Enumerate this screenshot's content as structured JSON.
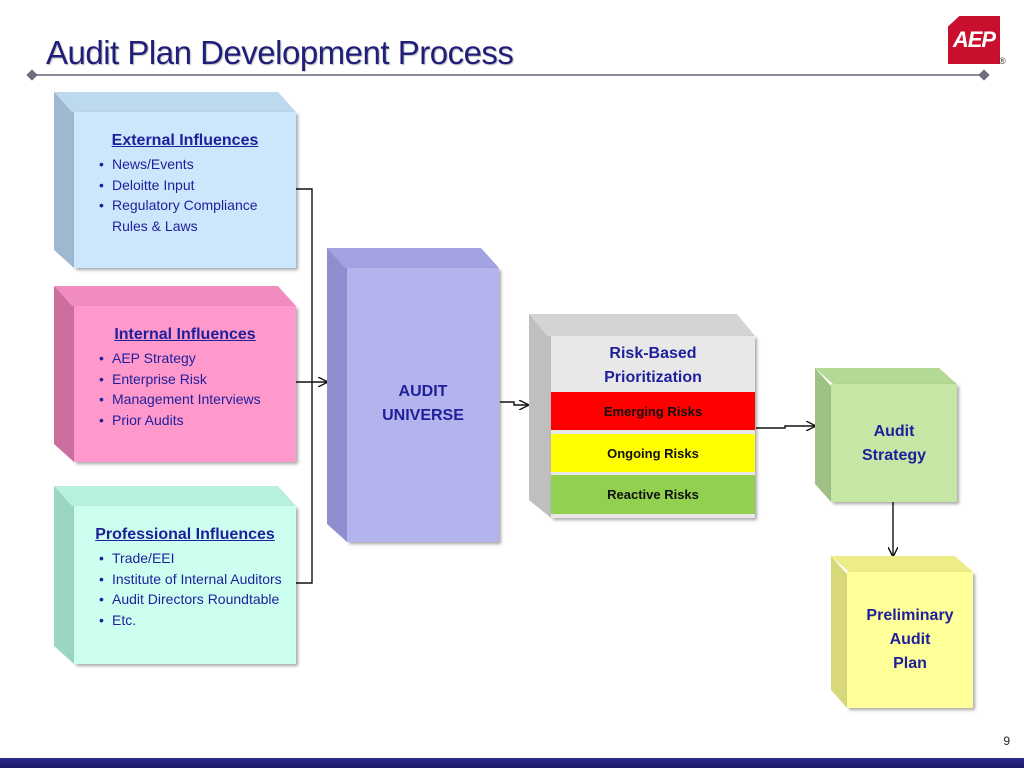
{
  "title": "Audit Plan Development Process",
  "logo": {
    "text": "AEP",
    "registered": "®",
    "color": "#c8102e"
  },
  "external": {
    "heading": "External Influences",
    "items": [
      "News/Events",
      "Deloitte Input",
      "Regulatory Compliance Rules & Laws"
    ],
    "color": "#cce6fb"
  },
  "internal": {
    "heading": "Internal Influences",
    "items": [
      "AEP Strategy",
      "Enterprise Risk",
      "Management Interviews",
      "Prior Audits"
    ],
    "color": "#ff99cc"
  },
  "professional": {
    "heading": "Professional Influences",
    "items": [
      "Trade/EEI",
      "Institute of Internal Auditors",
      "Audit Directors Roundtable",
      "Etc."
    ],
    "color": "#ccfff0"
  },
  "audit_universe": {
    "line1": "AUDIT",
    "line2": "UNIVERSE",
    "color": "#b3b3ee"
  },
  "risk": {
    "line1": "Risk-Based",
    "line2": "Prioritization",
    "bands": [
      {
        "label": "Emerging Risks",
        "color": "#ff0000"
      },
      {
        "label": "Ongoing Risks",
        "color": "#ffff00"
      },
      {
        "label": "Reactive Risks",
        "color": "#92d050"
      }
    ]
  },
  "strategy": {
    "line1": "Audit",
    "line2": "Strategy",
    "color": "#c6e6a6"
  },
  "prelim": {
    "line1": "Preliminary",
    "line2": "Audit",
    "line3": "Plan",
    "color": "#ffff99"
  },
  "page_number": "9"
}
